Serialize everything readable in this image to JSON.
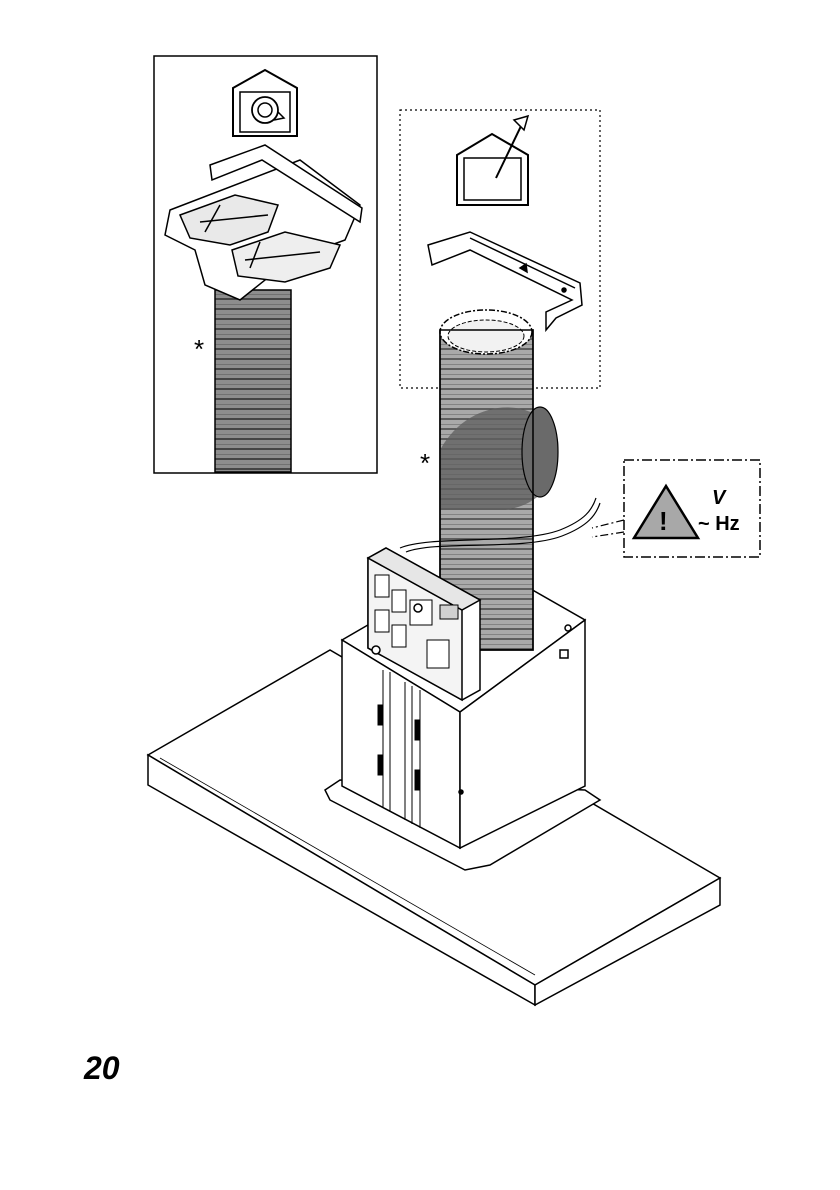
{
  "page": {
    "number": "20"
  },
  "labels": {
    "asterisk_left": "*",
    "asterisk_main": "*"
  },
  "warning": {
    "mark": "!",
    "voltage": "V",
    "frequency": "~ Hz"
  },
  "icons": {
    "recirculation": "house-recirculation-icon",
    "extraction": "house-extraction-icon",
    "warning": "warning-triangle-icon"
  },
  "colors": {
    "line": "#000000",
    "duct_shade": "#8a8a8a",
    "duct_dark": "#5a5a5a",
    "warning_fill": "#a8a8a8"
  }
}
